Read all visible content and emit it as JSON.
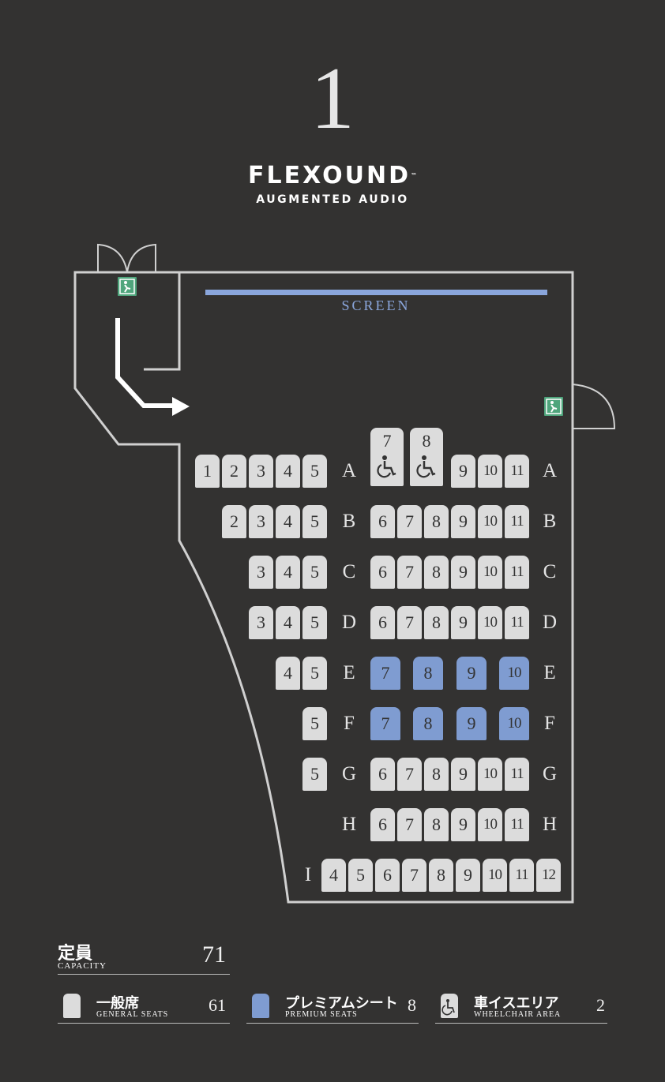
{
  "theater": {
    "number": "1",
    "brand_name": "FLEXOUND",
    "brand_tm": "™",
    "brand_sub": "AUGMENTED AUDIO",
    "screen_label": "SCREEN"
  },
  "colors": {
    "background": "#333231",
    "general_seat": "#dcdcdc",
    "premium_seat": "#7f9cd1",
    "screen": "#8aa6dc",
    "exit_sign": "#4fa57c",
    "walls": "#d0d0d0"
  },
  "rows": [
    {
      "row": "A",
      "left": [
        "1",
        "2",
        "3",
        "4",
        "5"
      ],
      "wheelchair": [
        "7",
        "8"
      ],
      "right": [
        "9",
        "10",
        "11"
      ]
    },
    {
      "row": "B",
      "left": [
        "2",
        "3",
        "4",
        "5"
      ],
      "right": [
        "6",
        "7",
        "8",
        "9",
        "10",
        "11"
      ]
    },
    {
      "row": "C",
      "left": [
        "3",
        "4",
        "5"
      ],
      "right": [
        "6",
        "7",
        "8",
        "9",
        "10",
        "11"
      ]
    },
    {
      "row": "D",
      "left": [
        "3",
        "4",
        "5"
      ],
      "right": [
        "6",
        "7",
        "8",
        "9",
        "10",
        "11"
      ]
    },
    {
      "row": "E",
      "left": [
        "4",
        "5"
      ],
      "premium": [
        "7",
        "8",
        "9",
        "10"
      ]
    },
    {
      "row": "F",
      "left": [
        "5"
      ],
      "premium": [
        "7",
        "8",
        "9",
        "10"
      ]
    },
    {
      "row": "G",
      "left": [
        "5"
      ],
      "right": [
        "6",
        "7",
        "8",
        "9",
        "10",
        "11"
      ]
    },
    {
      "row": "H",
      "left": [],
      "right": [
        "6",
        "7",
        "8",
        "9",
        "10",
        "11"
      ]
    },
    {
      "row": "I",
      "bottom": [
        "4",
        "5",
        "6",
        "7",
        "8",
        "9",
        "10",
        "11",
        "12"
      ]
    }
  ],
  "legend": {
    "capacity": {
      "jp": "定員",
      "en": "CAPACITY",
      "count": "71"
    },
    "general": {
      "jp": "一般席",
      "en": "GENERAL SEATS",
      "count": "61"
    },
    "premium": {
      "jp": "プレミアムシート",
      "en": "PREMIUM SEATS",
      "count": "8"
    },
    "wheelchair": {
      "jp": "車イスエリア",
      "en": "WHEELCHAIR AREA",
      "count": "2"
    }
  }
}
